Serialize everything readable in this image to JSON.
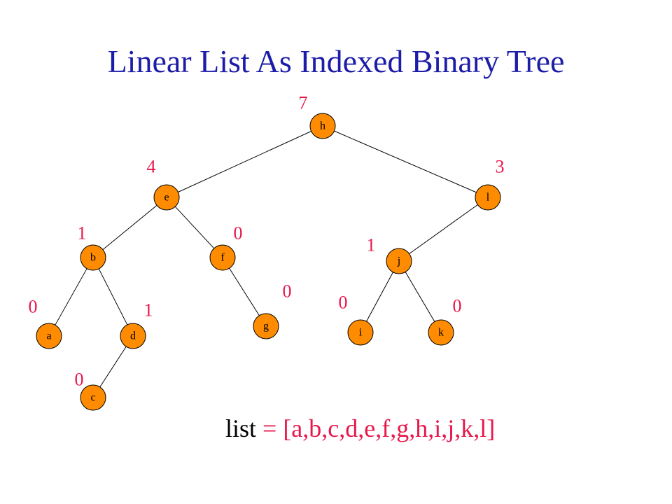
{
  "title": "Linear List As Indexed Binary Tree",
  "colors": {
    "title": "#1c1ca8",
    "node_fill": "#ff8c00",
    "count": "#e8174a",
    "edge": "#000000"
  },
  "nodes": [
    {
      "id": "h",
      "label": "h",
      "count": "7"
    },
    {
      "id": "e",
      "label": "e",
      "count": "4"
    },
    {
      "id": "l",
      "label": "l",
      "count": "3"
    },
    {
      "id": "b",
      "label": "b",
      "count": "1"
    },
    {
      "id": "f",
      "label": "f",
      "count": "0"
    },
    {
      "id": "j",
      "label": "j",
      "count": "1"
    },
    {
      "id": "a",
      "label": "a",
      "count": "0"
    },
    {
      "id": "d",
      "label": "d",
      "count": "1"
    },
    {
      "id": "g",
      "label": "g",
      "count": "0"
    },
    {
      "id": "i",
      "label": "i",
      "count": "0"
    },
    {
      "id": "k",
      "label": "k",
      "count": "0"
    },
    {
      "id": "c",
      "label": "c",
      "count": "0"
    }
  ],
  "edges": [
    [
      "h",
      "e"
    ],
    [
      "h",
      "l"
    ],
    [
      "e",
      "b"
    ],
    [
      "e",
      "f"
    ],
    [
      "f",
      "g"
    ],
    [
      "b",
      "a"
    ],
    [
      "b",
      "d"
    ],
    [
      "d",
      "c"
    ],
    [
      "l",
      "j"
    ],
    [
      "j",
      "i"
    ],
    [
      "j",
      "k"
    ]
  ],
  "list": {
    "name": "list",
    "value": "= [a,b,c,d,e,f,g,h,i,j,k,l]"
  }
}
